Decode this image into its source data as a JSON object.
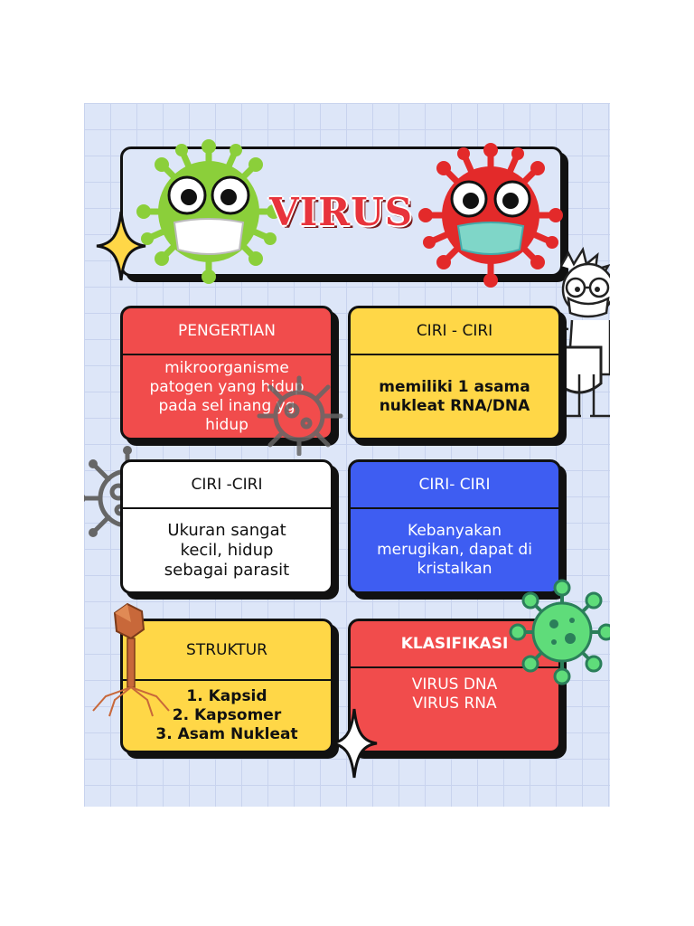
{
  "title": "VIRUS",
  "cards": {
    "pengertian": {
      "header": "PENGERTIAN",
      "body": "mikroorganisme\npatogen yang hidup\npada sel inang yg\nhidup"
    },
    "ciri1": {
      "header": "CIRI - CIRI",
      "body": "memiliki 1 asama\nnukleat RNA/DNA"
    },
    "ciri2": {
      "header": "CIRI -CIRI",
      "body": "Ukuran sangat\nkecil, hidup\nsebagai parasit"
    },
    "ciri3": {
      "header": "CIRI- CIRI",
      "body": "Kebanyakan\nmerugikan, dapat di\nkristalkan"
    },
    "struktur": {
      "header": "STRUKTUR",
      "body": "1. Kapsid\n2. Kapsomer\n3. Asam Nukleat"
    },
    "klasifikasi": {
      "header": "KLASIFIKASI",
      "body": "VIRUS DNA\nVIRUS RNA"
    }
  },
  "colors": {
    "red": "#f14c4c",
    "yellow": "#ffd747",
    "blue": "#3e5df2",
    "background": "#dde6f8",
    "virus_green": "#8bcf3a",
    "virus_red": "#e32a2a"
  },
  "icons": [
    "green-virus-mascot-icon",
    "red-virus-mascot-icon",
    "sparkle-icon",
    "scientist-spray-icon",
    "gray-virus-outline-icon",
    "bacteriophage-icon",
    "green-virus-icon"
  ]
}
